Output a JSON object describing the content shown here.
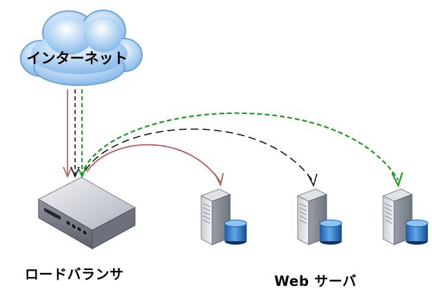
{
  "cloud": {
    "label": "インターネット"
  },
  "load_balancer": {
    "label": "ロードバランサ"
  },
  "web_servers": {
    "label": "Web サーバ",
    "count": 3
  },
  "connections": [
    {
      "to": "web-server-1",
      "color": "#b5574f",
      "style": "solid"
    },
    {
      "to": "web-server-2",
      "color": "#111111",
      "style": "dashed"
    },
    {
      "to": "web-server-3",
      "color": "#1a9a1a",
      "style": "dashed"
    }
  ],
  "colors": {
    "cloud_fill": "#9cc9ef",
    "cloud_stroke": "#6aa4d8",
    "red_arrow": "#b5574f",
    "black_arrow": "#111111",
    "green_arrow": "#1a9a1a"
  }
}
